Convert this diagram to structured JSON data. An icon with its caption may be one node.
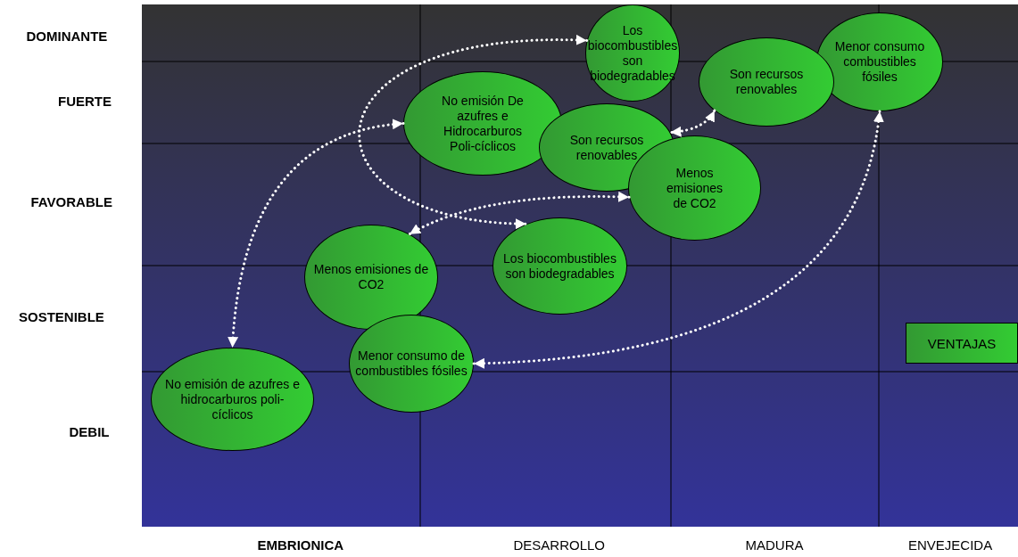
{
  "diagram": {
    "nodes": [
      {
        "text": [
          "Los biocombustibles son biodegradables"
        ]
      },
      {
        "text": [
          "Menor consumo combustibles fósiles"
        ]
      },
      {
        "text": [
          "Son recursos renovables"
        ]
      },
      {
        "text": [
          "No emisión De azufres e Hidrocarburos Poli-cíclicos"
        ]
      },
      {
        "text": [
          "Son recursos renovables"
        ]
      },
      {
        "text": [
          "Menos emisiones de CO2"
        ]
      },
      {
        "text": [
          "Los biocombustibles son biodegradables"
        ]
      },
      {
        "text": [
          "Menos emisiones de CO2"
        ]
      },
      {
        "text": [
          "Menor consumo de combustibles fósiles"
        ]
      },
      {
        "text": [
          "No emisión de azufres e hidrocarburos poli-cíclicos"
        ]
      }
    ],
    "edges": [
      {
        "from": 3,
        "to": 9,
        "arrow": "both",
        "style": "dashed"
      },
      {
        "from": 0,
        "to": 6,
        "arrow": "both",
        "style": "dashed"
      },
      {
        "from": 2,
        "to": 4,
        "arrow": "both",
        "style": "dashed"
      },
      {
        "from": 5,
        "to": 7,
        "arrow": "both",
        "style": "dashed"
      },
      {
        "from": 1,
        "to": 8,
        "arrow": "both",
        "style": "dashed"
      }
    ],
    "labels": [
      "DOMINANTE",
      "FUERTE",
      "FAVORABLE",
      "SOSTENIBLE",
      "DEBIL",
      "EMBRIONICA",
      "DESARROLLO",
      "MADURA",
      "ENVEJECIDA"
    ],
    "legend": [
      {
        "text": "VENTAJAS",
        "color": "#33cc33"
      }
    ]
  }
}
